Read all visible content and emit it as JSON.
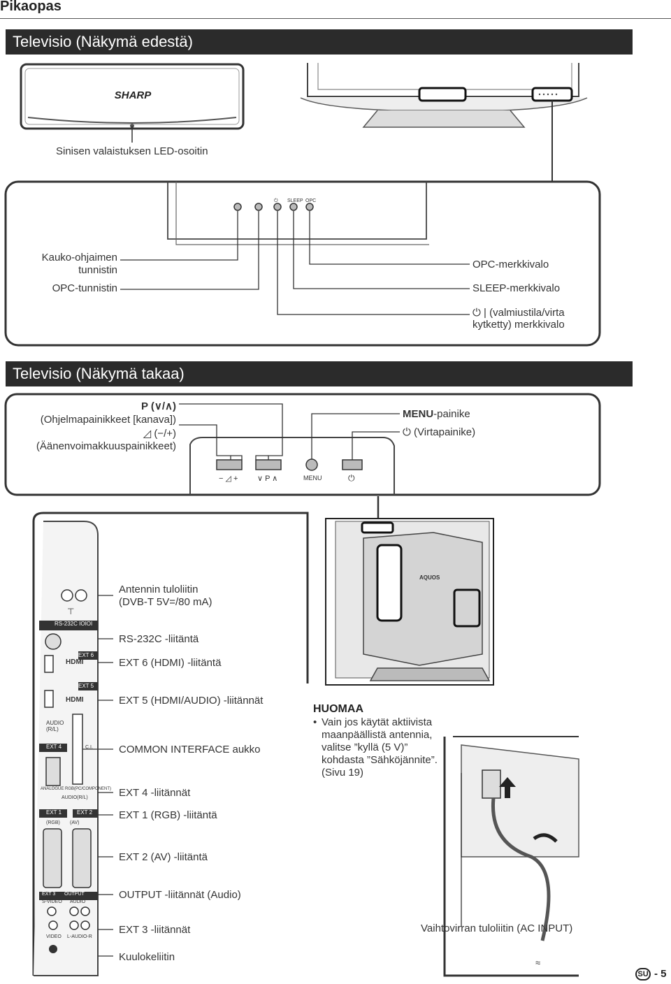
{
  "header": {
    "title": "Pikaopas"
  },
  "front": {
    "section_title": "Televisio (Näkymä edestä)",
    "brand": "SHARP",
    "led_label": "Sinisen valaistuksen LED-osoitin",
    "panel_labels": [
      "⏻",
      "SLEEP",
      "OPC"
    ],
    "left_labels": {
      "remote_sensor": "Kauko-ohjaimen\ntunnistin",
      "opc_sensor": "OPC-tunnistin"
    },
    "right_labels": {
      "opc_lamp": "OPC-merkkivalo",
      "sleep_lamp": "SLEEP-merkkivalo",
      "power_lamp_line1": "| (valmiustila/virta",
      "power_lamp_line2": "kytketty) merkkivalo"
    }
  },
  "rear": {
    "section_title": "Televisio (Näkymä takaa)",
    "prog_symbol": "P (∨/∧)",
    "prog_label": "(Ohjelmapainikkeet [kanava])",
    "vol_symbol": "◿ (−/+)",
    "vol_label": "(Äänenvoimakkuuspainikkeet)",
    "menu_bold": "MENU",
    "menu_rest": "-painike",
    "power_label": "(Virtapainike)",
    "button_labels": {
      "vol": "−  ◿  +",
      "prog": "∨  P  ∧",
      "menu": "MENU",
      "power": "⏻"
    },
    "connectors": [
      "Antennin tuloliitin\n(DVB-T 5V=/80 mA)",
      "RS-232C -liitäntä",
      "EXT 6 (HDMI) -liitäntä",
      "EXT 5 (HDMI/AUDIO) -liitännät",
      "COMMON INTERFACE aukko",
      "EXT 4 -liitännät",
      "EXT 1 (RGB) -liitäntä",
      "EXT 2 (AV) -liitäntä",
      "OUTPUT -liitännät (Audio)",
      "EXT 3 -liitännät",
      "Kuulokeliitin"
    ],
    "panel_text": {
      "rs232": "RS-232C IOIOI",
      "ext6": "EXT 6",
      "ext5": "EXT 5",
      "hdmi": "HDMI",
      "audio_rl": "AUDIO\n(R/L)",
      "ext4": "EXT 4",
      "ci": "C.I.",
      "analogue": "ANALOGUE RGB(PC/COMPONENT)",
      "audio_rl2": "AUDIO(R/L)",
      "ext1": "EXT 1",
      "ext2": "EXT 2",
      "rgb": "(RGB)",
      "av": "(AV)",
      "ext3": "EXT 3",
      "svideo": "S-VIDEO",
      "output": "OUTPUT",
      "audio": "AUDIO",
      "video": "VIDEO",
      "l_audio_r": "L-AUDIO-R",
      "aquos": "AQUOS"
    },
    "note": {
      "heading": "HUOMAA",
      "text": "Vain jos käytät aktiivista maanpäällistä antennia, valitse ”kyllä (5 V)” kohdasta ”Sähköjännite”. (Sivu 19)"
    },
    "ac_label": "Vaihtovirran tuloliitin (AC INPUT)"
  },
  "footer": {
    "lang_badge": "SU",
    "page": "- 5"
  }
}
